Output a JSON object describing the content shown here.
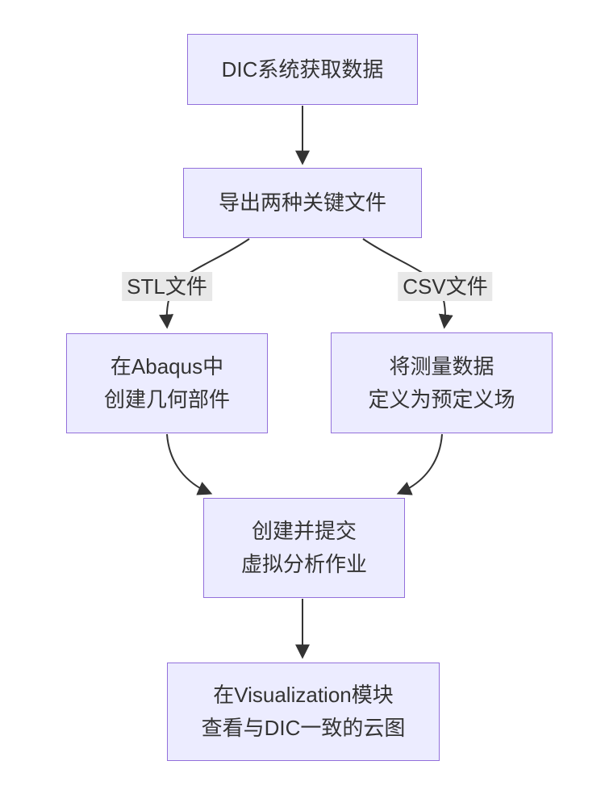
{
  "diagram": {
    "type": "flowchart",
    "direction": "top-down",
    "colors": {
      "page_bg": "#ffffff",
      "node_fill": "#ececff",
      "node_border": "#9370db",
      "edge_color": "#333333",
      "edge_label_bg": "#e8e8e8",
      "text_color": "#333333"
    },
    "nodes": [
      {
        "id": "dic-acquire",
        "line1": "DIC系统获取数据"
      },
      {
        "id": "export-files",
        "line1": "导出两种关键文件"
      },
      {
        "id": "abaqus-part",
        "line1": "在Abaqus中",
        "line2": "创建几何部件"
      },
      {
        "id": "predefined-field",
        "line1": "将测量数据",
        "line2": "定义为预定义场"
      },
      {
        "id": "submit-job",
        "line1": "创建并提交",
        "line2": "虚拟分析作业"
      },
      {
        "id": "visualization",
        "line1": "在Visualization模块",
        "line2": "查看与DIC一致的云图"
      }
    ],
    "edge_labels": [
      {
        "id": "stl",
        "text": "STL文件"
      },
      {
        "id": "csv",
        "text": "CSV文件"
      }
    ],
    "edges": [
      {
        "from": "dic-acquire",
        "to": "export-files"
      },
      {
        "from": "export-files",
        "to": "abaqus-part",
        "label": "STL文件"
      },
      {
        "from": "export-files",
        "to": "predefined-field",
        "label": "CSV文件"
      },
      {
        "from": "abaqus-part",
        "to": "submit-job"
      },
      {
        "from": "predefined-field",
        "to": "submit-job"
      },
      {
        "from": "submit-job",
        "to": "visualization"
      }
    ]
  }
}
